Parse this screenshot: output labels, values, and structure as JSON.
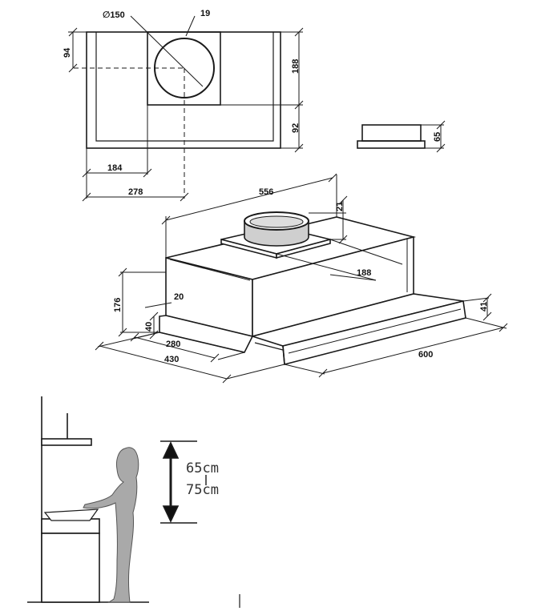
{
  "top_view": {
    "duct_diameter": "∅150",
    "offset_19": "19",
    "dim_94": "94",
    "dim_188": "188",
    "dim_92": "92",
    "dim_184": "184",
    "dim_278": "278"
  },
  "side_view": {
    "dim_65": "65"
  },
  "iso_view": {
    "dim_556": "556",
    "dim_21": "21",
    "dim_188": "188",
    "dim_176": "176",
    "dim_20": "20",
    "dim_40": "40",
    "dim_280": "280",
    "dim_430": "430",
    "dim_600": "600",
    "dim_41": "41"
  },
  "install": {
    "height_min": "65cm",
    "height_max": "75cm"
  },
  "colors": {
    "line": "#1a1a1a",
    "figure_fill": "#a9a9a9",
    "duct_fill": "#cfcfcf"
  }
}
